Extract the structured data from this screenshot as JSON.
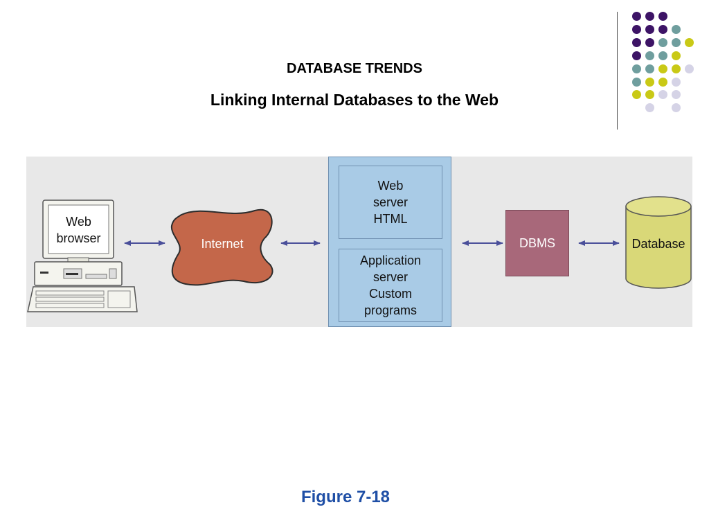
{
  "slide": {
    "section_title": "DATABASE TRENDS",
    "title": "Linking Internal Databases to the Web",
    "caption": "Figure 7-18"
  },
  "diagram": {
    "web_browser_label": "Web\nbrowser",
    "internet_label": "Internet",
    "web_server_label": "Web\nserver\nHTML",
    "app_server_label": "Application\nserver\nCustom\nprograms",
    "dbms_label": "DBMS",
    "database_label": "Database"
  },
  "colors": {
    "dot_purple": "#3d1466",
    "dot_teal": "#6f9e9e",
    "dot_yellow": "#c9c916",
    "dot_lavender": "#d5d3e6",
    "internet_fill": "#c4674a",
    "dbms_fill": "#a8687a",
    "database_fill": "#d9d878",
    "server_fill": "#a9cbe6",
    "arrow": "#4a4f9a",
    "caption": "#1f4fa6"
  }
}
